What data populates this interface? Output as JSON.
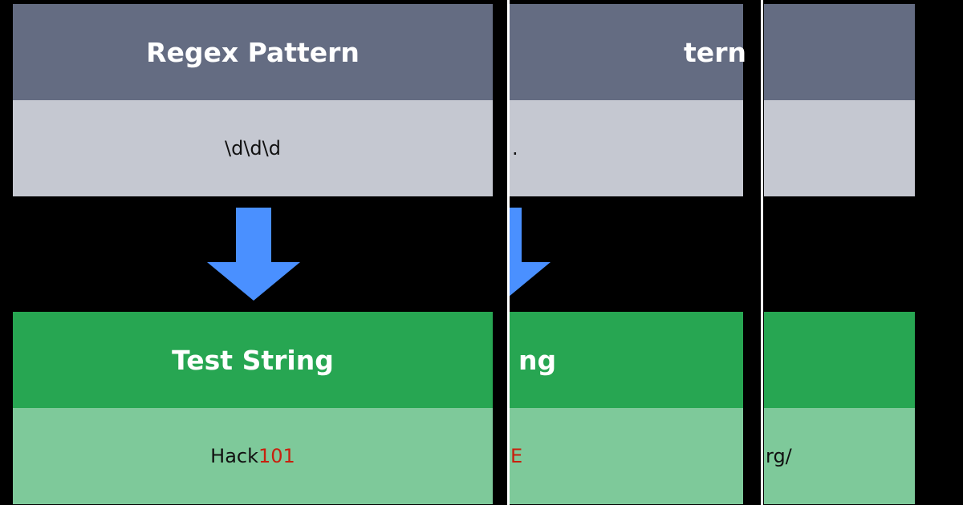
{
  "colors": {
    "background": "#000000",
    "regex_header": "#646c82",
    "regex_body": "#c5c8d1",
    "test_header": "#27a652",
    "test_body": "#7ec99a",
    "arrow": "#4a90ff",
    "match_highlight": "#c8200e",
    "divider": "#ffffff"
  },
  "panels": [
    {
      "regex_title": "Regex Pattern",
      "regex_value": "\\d\\d\\d",
      "test_title": "Test String",
      "test_plain": "Hack",
      "test_match": "101"
    },
    {
      "regex_title": "tern",
      "regex_value": ".",
      "test_title": "ng",
      "test_plain": "",
      "test_match": "E"
    },
    {
      "regex_title": "",
      "regex_value": "",
      "test_title": "",
      "test_plain": "rg/",
      "test_match": ""
    }
  ]
}
